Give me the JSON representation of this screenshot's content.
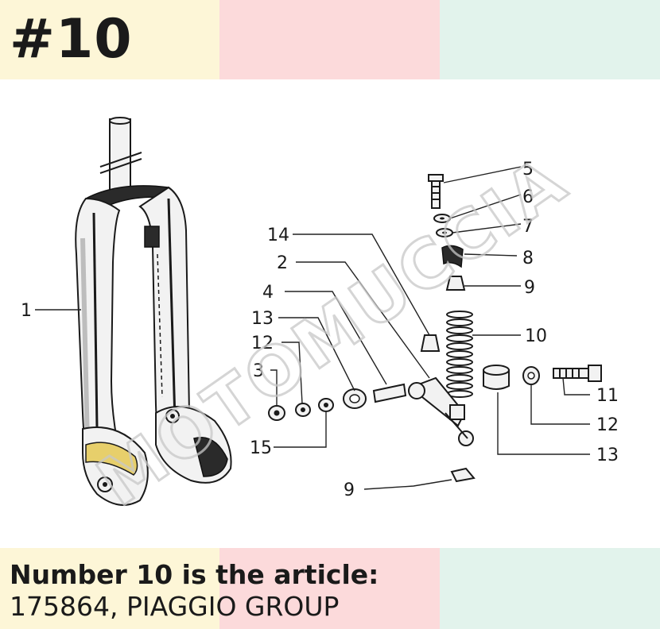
{
  "title": "#10",
  "caption": {
    "heading": "Number 10 is the article:",
    "text": "175864, PIAGGIO GROUP"
  },
  "watermark": "MOTOMUCCIA",
  "callouts": [
    "1",
    "14",
    "2",
    "4",
    "13",
    "12",
    "3",
    "15",
    "5",
    "6",
    "7",
    "8",
    "9",
    "10",
    "11",
    "12",
    "13",
    "9"
  ],
  "colors": {
    "band_left": "#fdf6d7",
    "band_middle": "#fcdadb",
    "band_right": "#e2f3ec"
  }
}
